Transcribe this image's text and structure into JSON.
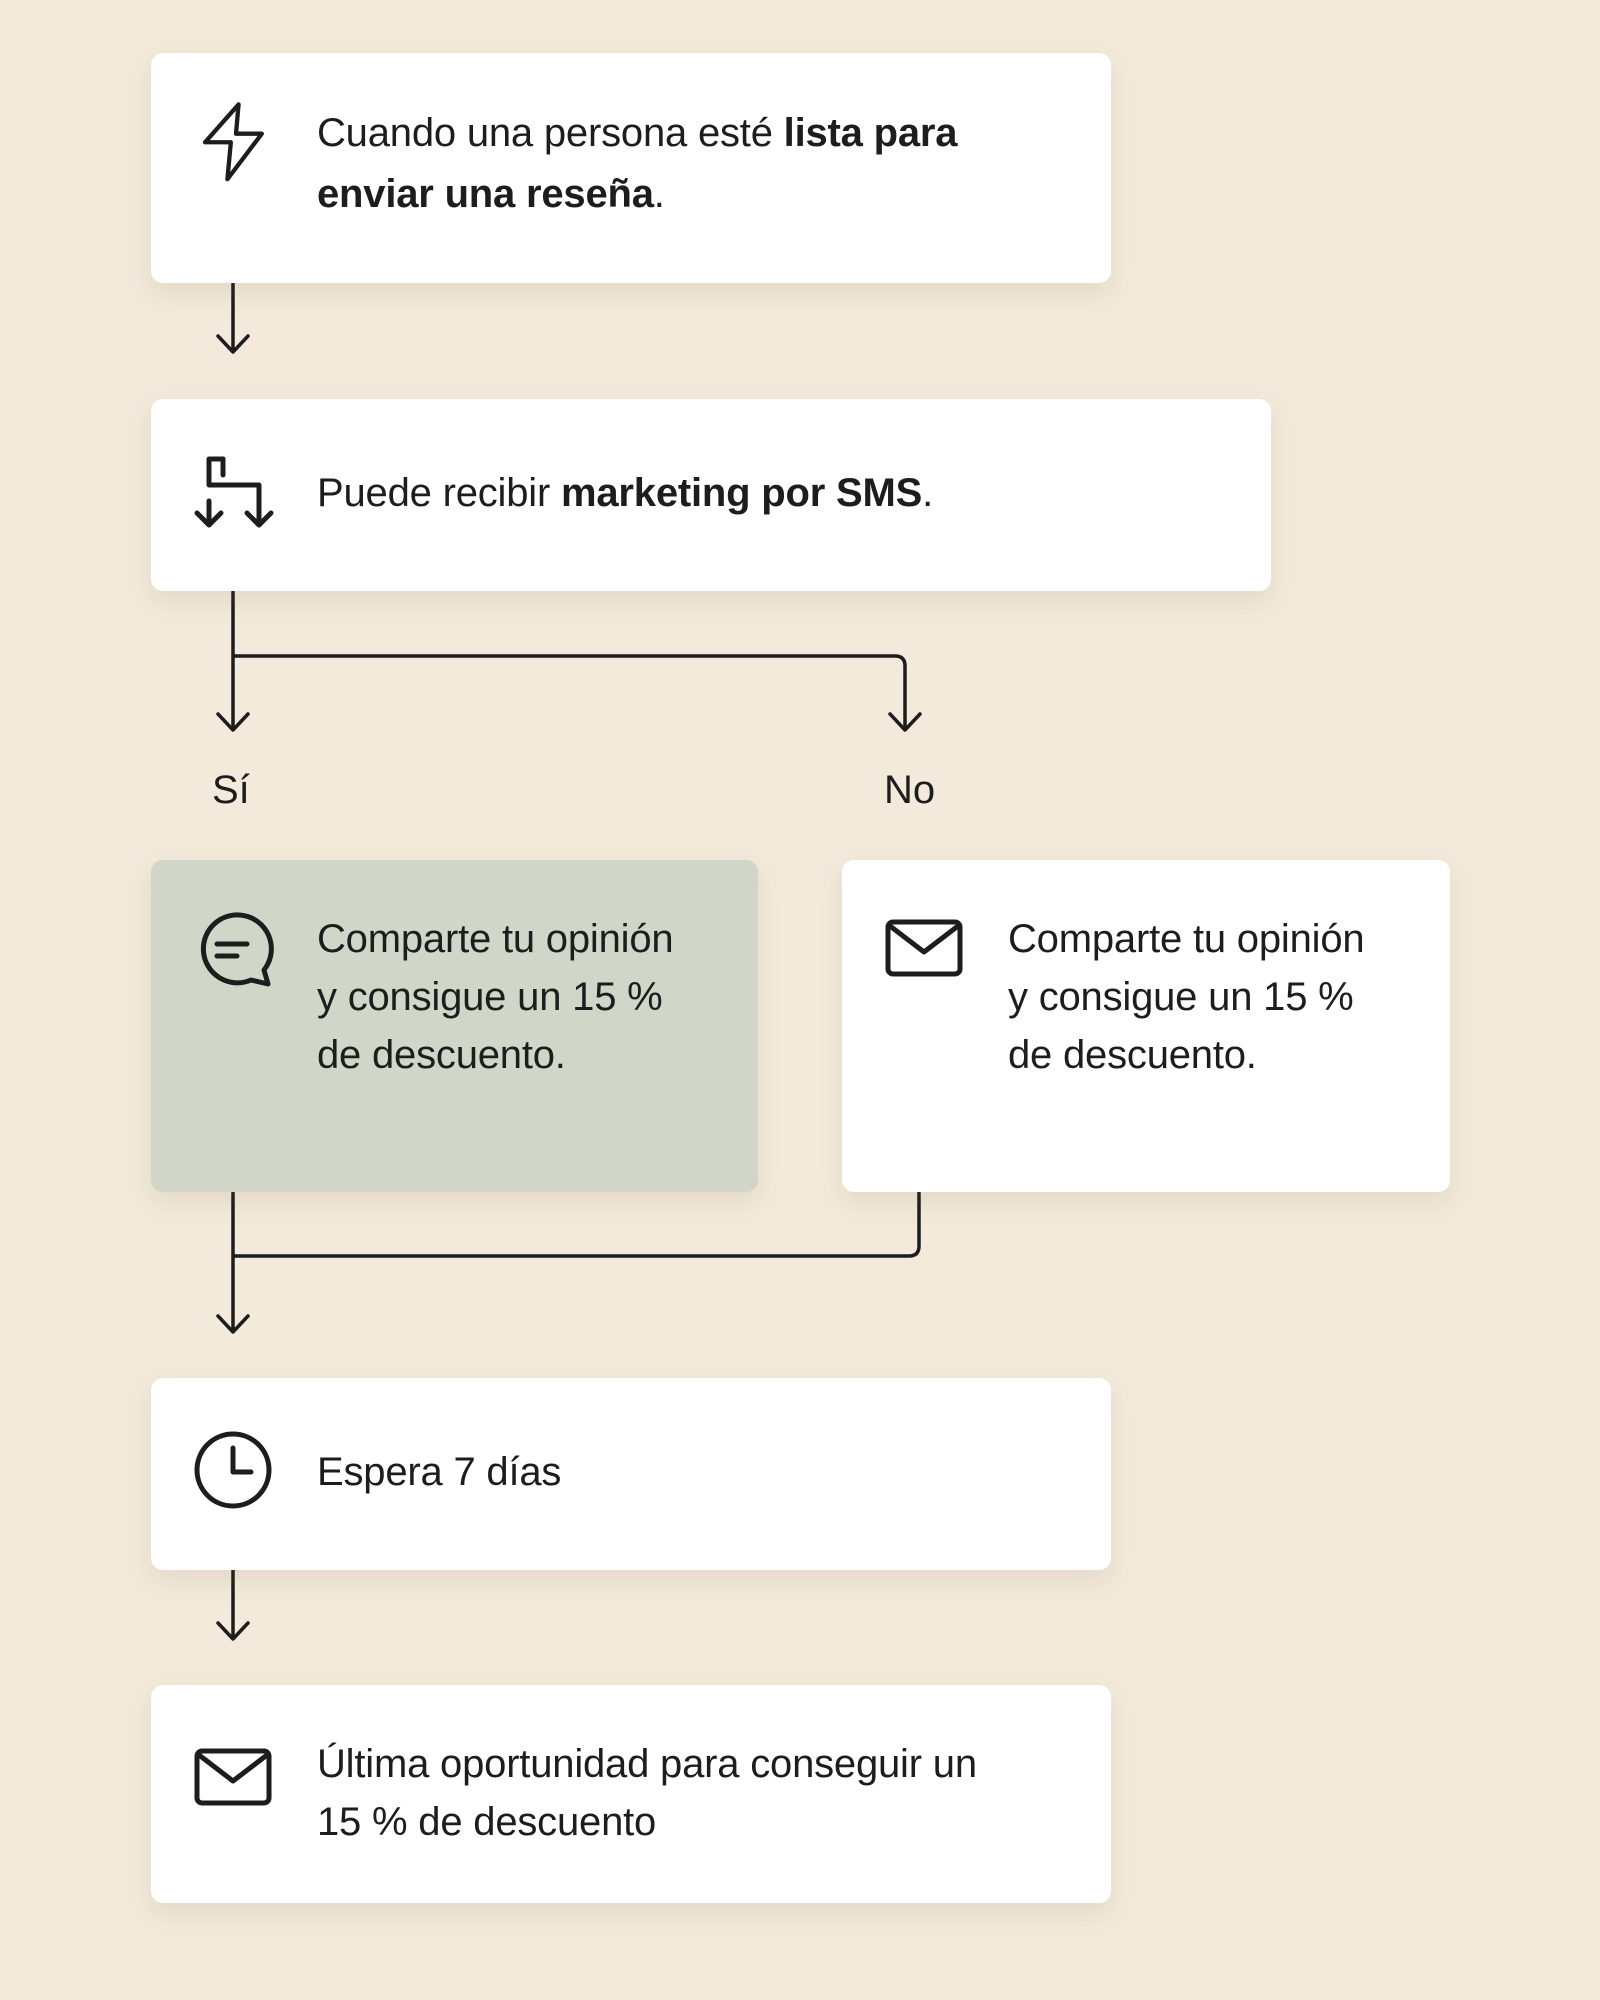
{
  "colors": {
    "background": "#f3eadb",
    "card": "#ffffff",
    "sms_card": "#d1d6c9",
    "ink": "#1d1d1d"
  },
  "trigger": {
    "icon": "lightning-icon",
    "text_pre": "Cuando una persona esté ",
    "text_bold": "lista para enviar una reseña",
    "text_post": "."
  },
  "split": {
    "icon": "split-branch-icon",
    "text_pre": "Puede recibir ",
    "text_bold": "marketing por SMS",
    "text_post": ".",
    "yes_label": "Sí",
    "no_label": "No"
  },
  "sms_action": {
    "icon": "chat-bubble-icon",
    "text": "Comparte tu opinión y consigue un 15 % de descuento."
  },
  "email_action": {
    "icon": "envelope-icon",
    "text": "Comparte tu opinión y consigue un 15 % de descuento."
  },
  "delay": {
    "icon": "clock-icon",
    "text": "Espera 7 días"
  },
  "final_email": {
    "icon": "envelope-icon",
    "text": "Última oportunidad para conseguir un 15 % de descuento"
  }
}
